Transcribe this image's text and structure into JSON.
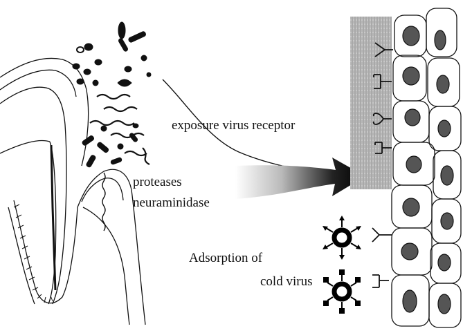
{
  "labels": {
    "exposure": "exposure virus receptor",
    "proteases": "proteases",
    "neuraminidase": "neuraminidase",
    "adsorption_line1": "Adsorption of",
    "adsorption_line2": "cold virus"
  },
  "colors": {
    "ink": "#111111",
    "background": "#ffffff",
    "mucus_shade": "#9a9a9a",
    "cell_nucleus": "#555555"
  },
  "icons": [
    "tooth-icon",
    "bacteria-cluster",
    "arrow-gradient",
    "virus-icon",
    "receptor-icon",
    "epithelial-cell"
  ]
}
